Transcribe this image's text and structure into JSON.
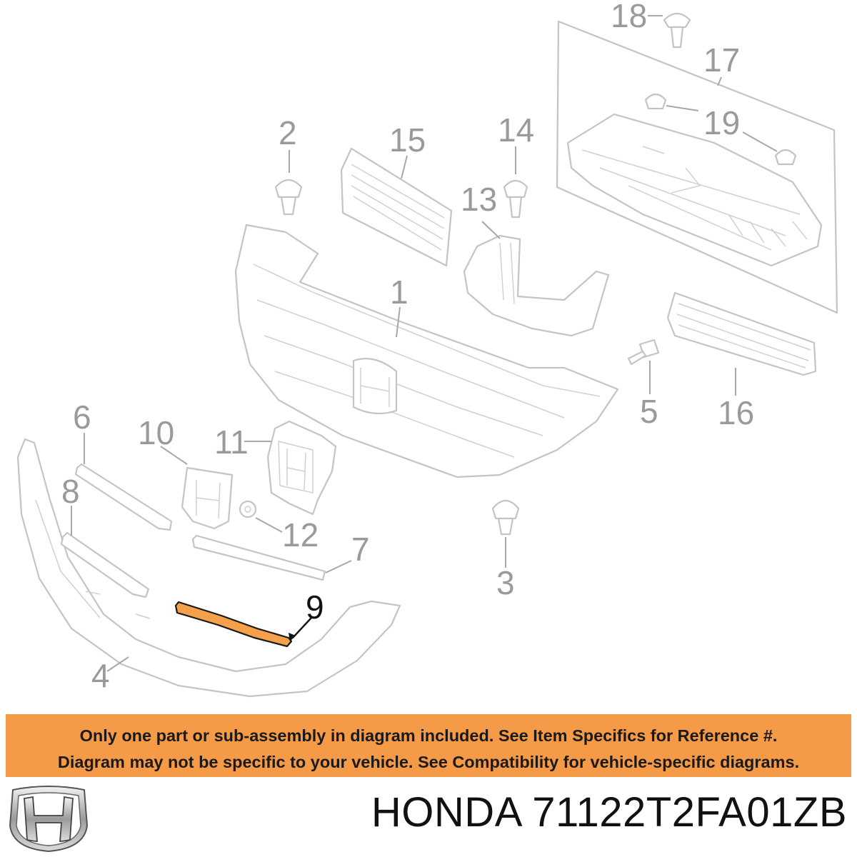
{
  "callouts": {
    "c1": "1",
    "c2": "2",
    "c3": "3",
    "c4": "4",
    "c5": "5",
    "c6": "6",
    "c7": "7",
    "c8": "8",
    "c9": "9",
    "c10": "10",
    "c11": "11",
    "c12": "12",
    "c13": "13",
    "c14": "14",
    "c15": "15",
    "c16": "16",
    "c17": "17",
    "c18": "18",
    "c19": "19"
  },
  "highlighted_callout": "9",
  "colors": {
    "highlight_part": "#f5a04a",
    "notice_background": "#f59a47",
    "diagram_lines": "#c4c4c4"
  },
  "notice": {
    "line1": "Only one part or sub-assembly in diagram included. See Item Specifics for Reference #.",
    "line2": "Diagram may not be specific to your vehicle. See Compatibility for vehicle-specific diagrams."
  },
  "footer": {
    "logo_icon": "honda-logo-icon",
    "part_title": "HONDA 71122T2FA01ZB"
  }
}
